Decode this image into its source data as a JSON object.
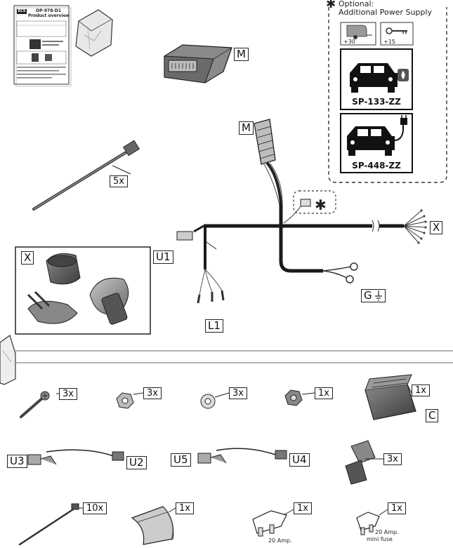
{
  "document": {
    "brand": "ECS",
    "code": "OP-978-D1",
    "title": "Product overview"
  },
  "optional_panel": {
    "asterisk": "✱",
    "line1": "Optional:",
    "line2": "Additional Power Supply",
    "trailer_terminal": "+30",
    "ignition_terminal": "+15",
    "kit1_code": "SP-133-ZZ",
    "kit2_code": "SP-448-ZZ"
  },
  "labels": {
    "module_top": "M",
    "module_connector": "M",
    "cable_ties_qty": "5x",
    "optional_marker": "✱",
    "socket_end": "X",
    "socket_box": "X",
    "u1": "U1",
    "l1": "L1",
    "ground": "G"
  },
  "parts_row1": {
    "screw_qty": "3x",
    "nut_qty": "3x",
    "washer_qty": "3x",
    "locknut_qty": "1x",
    "connector_qty": "1x",
    "connector_label": "C"
  },
  "parts_row2": {
    "u3": "U3",
    "u2": "U2",
    "u5": "U5",
    "u4": "U4",
    "clips_qty": "3x"
  },
  "parts_row3": {
    "ties_qty": "10x",
    "foam_qty": "1x",
    "fuse_qty": "1x",
    "fuse_text": "20 Amp.",
    "mini_fuse_qty": "1x",
    "mini_fuse_text1": "20 Amp.",
    "mini_fuse_text2": "mini fuse"
  },
  "colors": {
    "line": "#1a1a1a",
    "part_fill": "#7a7a7a",
    "part_dark": "#3a3a3a",
    "separator": "#9a9a9a",
    "engine_accent": "#555555"
  }
}
